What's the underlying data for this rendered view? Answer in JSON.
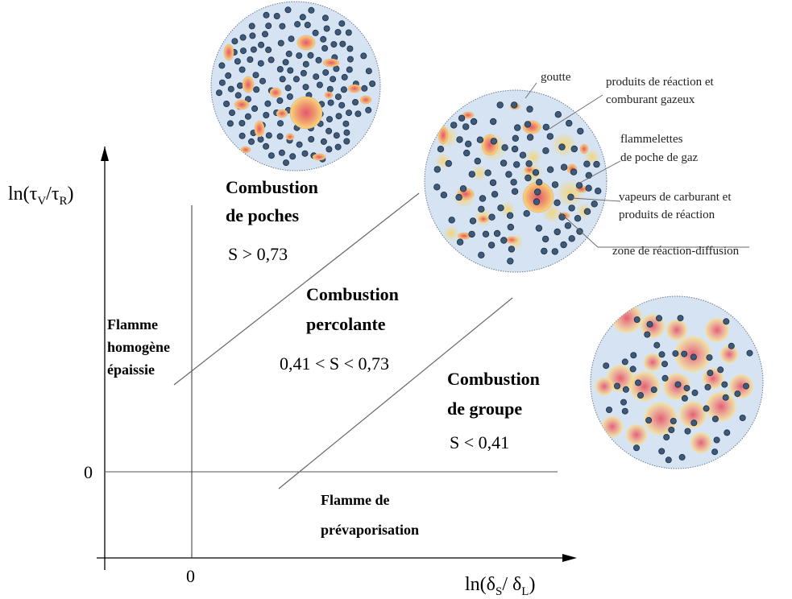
{
  "axes": {
    "y_label_main": "ln(τ",
    "y_label_sub1": "V",
    "y_label_mid": "/τ",
    "y_label_sub2": "R",
    "y_label_end": ")",
    "x_label_main": "ln(δ",
    "x_label_sub1": "S",
    "x_label_mid": "/ δ",
    "x_label_sub2": "L",
    "x_label_end": ")",
    "y_zero": "0",
    "x_zero": "0"
  },
  "regions": {
    "pockets": {
      "line1": "Combustion",
      "line2": "de poches",
      "criterion": "S > 0,73"
    },
    "percolating": {
      "line1": "Combustion",
      "line2": "percolante",
      "criterion": "0,41 < S < 0,73"
    },
    "group": {
      "line1": "Combustion",
      "line2": "de groupe",
      "criterion": "S < 0,41"
    },
    "homogeneous": {
      "line1": "Flamme",
      "line2": "homogène",
      "line3": "épaissie"
    },
    "prevaporization": {
      "line1": "Flamme de",
      "line2": "prévaporisation"
    }
  },
  "legend": {
    "droplet": "goutte",
    "products": {
      "line1": "produits de réaction et",
      "line2": "comburant gazeux"
    },
    "flamelets": {
      "line1": "flammelettes",
      "line2": "de poche de gaz"
    },
    "vapours": {
      "line1": "vapeurs de carburant et",
      "line2": "produits de réaction"
    },
    "reaction_zone": "zone de réaction-diffusion"
  },
  "colors": {
    "disc_fill": "#d6e3f3",
    "droplet_fill": "#3d5a7a",
    "flame_core": "#e0506a",
    "flame_outer": "#f6d87a",
    "axis": "#000000",
    "boundary": "#444444"
  }
}
